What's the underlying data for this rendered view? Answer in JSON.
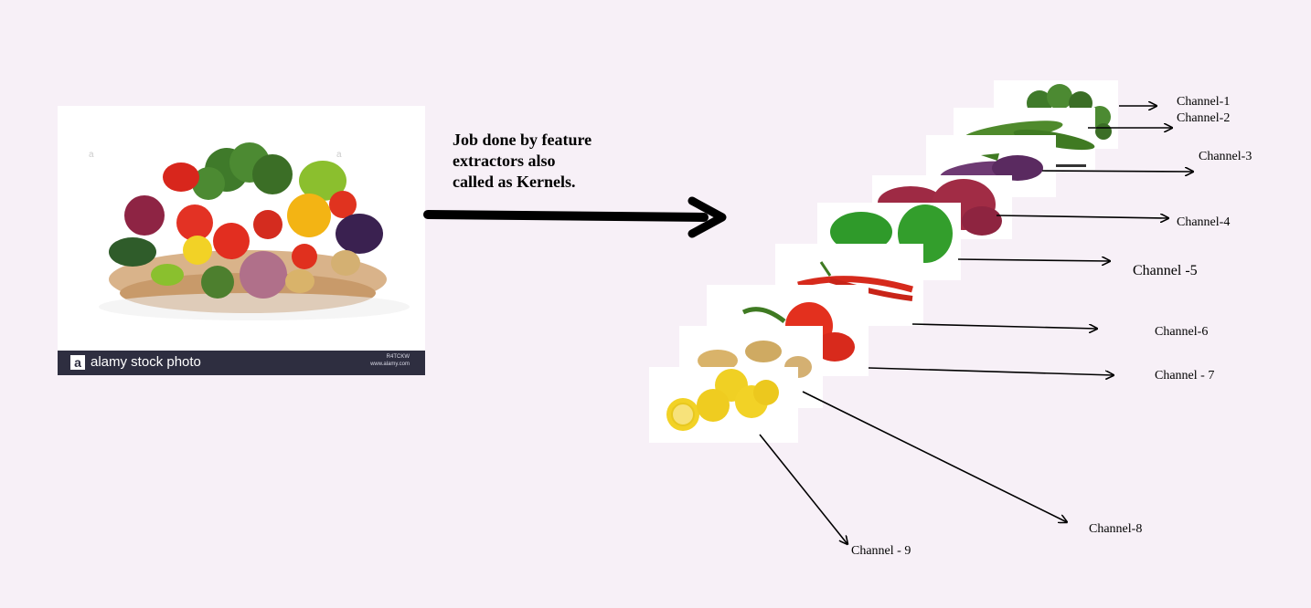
{
  "source_image": {
    "logo_letter": "a",
    "logo_text": "alamy stock photo",
    "stock_id": "R4TCKW",
    "site": "www.alamy.com"
  },
  "caption": {
    "line1": "Job done by feature",
    "line2": "extractors also",
    "line3": "called as Kernels."
  },
  "channels": [
    {
      "label": "Channel-1",
      "content": "broccoli"
    },
    {
      "label": "Channel-2",
      "content": "cucumber"
    },
    {
      "label": "Channel-3",
      "content": "eggplant"
    },
    {
      "label": "Channel-4",
      "content": "red onion"
    },
    {
      "label": "Channel -5",
      "content": "green bell pepper"
    },
    {
      "label": "Channel-6",
      "content": "red chili"
    },
    {
      "label": "Channel - 7",
      "content": "tomato"
    },
    {
      "label": "Channel-8",
      "content": "potato"
    },
    {
      "label": "Channel - 9",
      "content": "lemon"
    }
  ],
  "colors": {
    "background": "#f7f0f7",
    "footer": "#2e2e40",
    "arrow": "#000000"
  }
}
